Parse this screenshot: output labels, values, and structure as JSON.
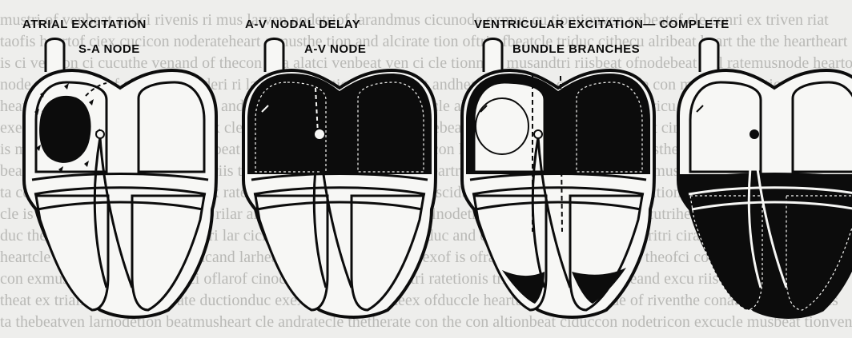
{
  "panels": [
    {
      "caption": "ATRIAL EXCITATION",
      "sublabel": "S-A NODE"
    },
    {
      "caption": "A-V NODAL DELAY",
      "sublabel": "A-V NODE"
    },
    {
      "caption": "VENTRICULAR EXCITATION— COMPLETE",
      "sublabel": "BUNDLE BRANCHES"
    }
  ],
  "colors": {
    "ink": "#0c0c0c",
    "paper": "#eeeeec",
    "show_through_text": "#b9b9b6"
  }
}
